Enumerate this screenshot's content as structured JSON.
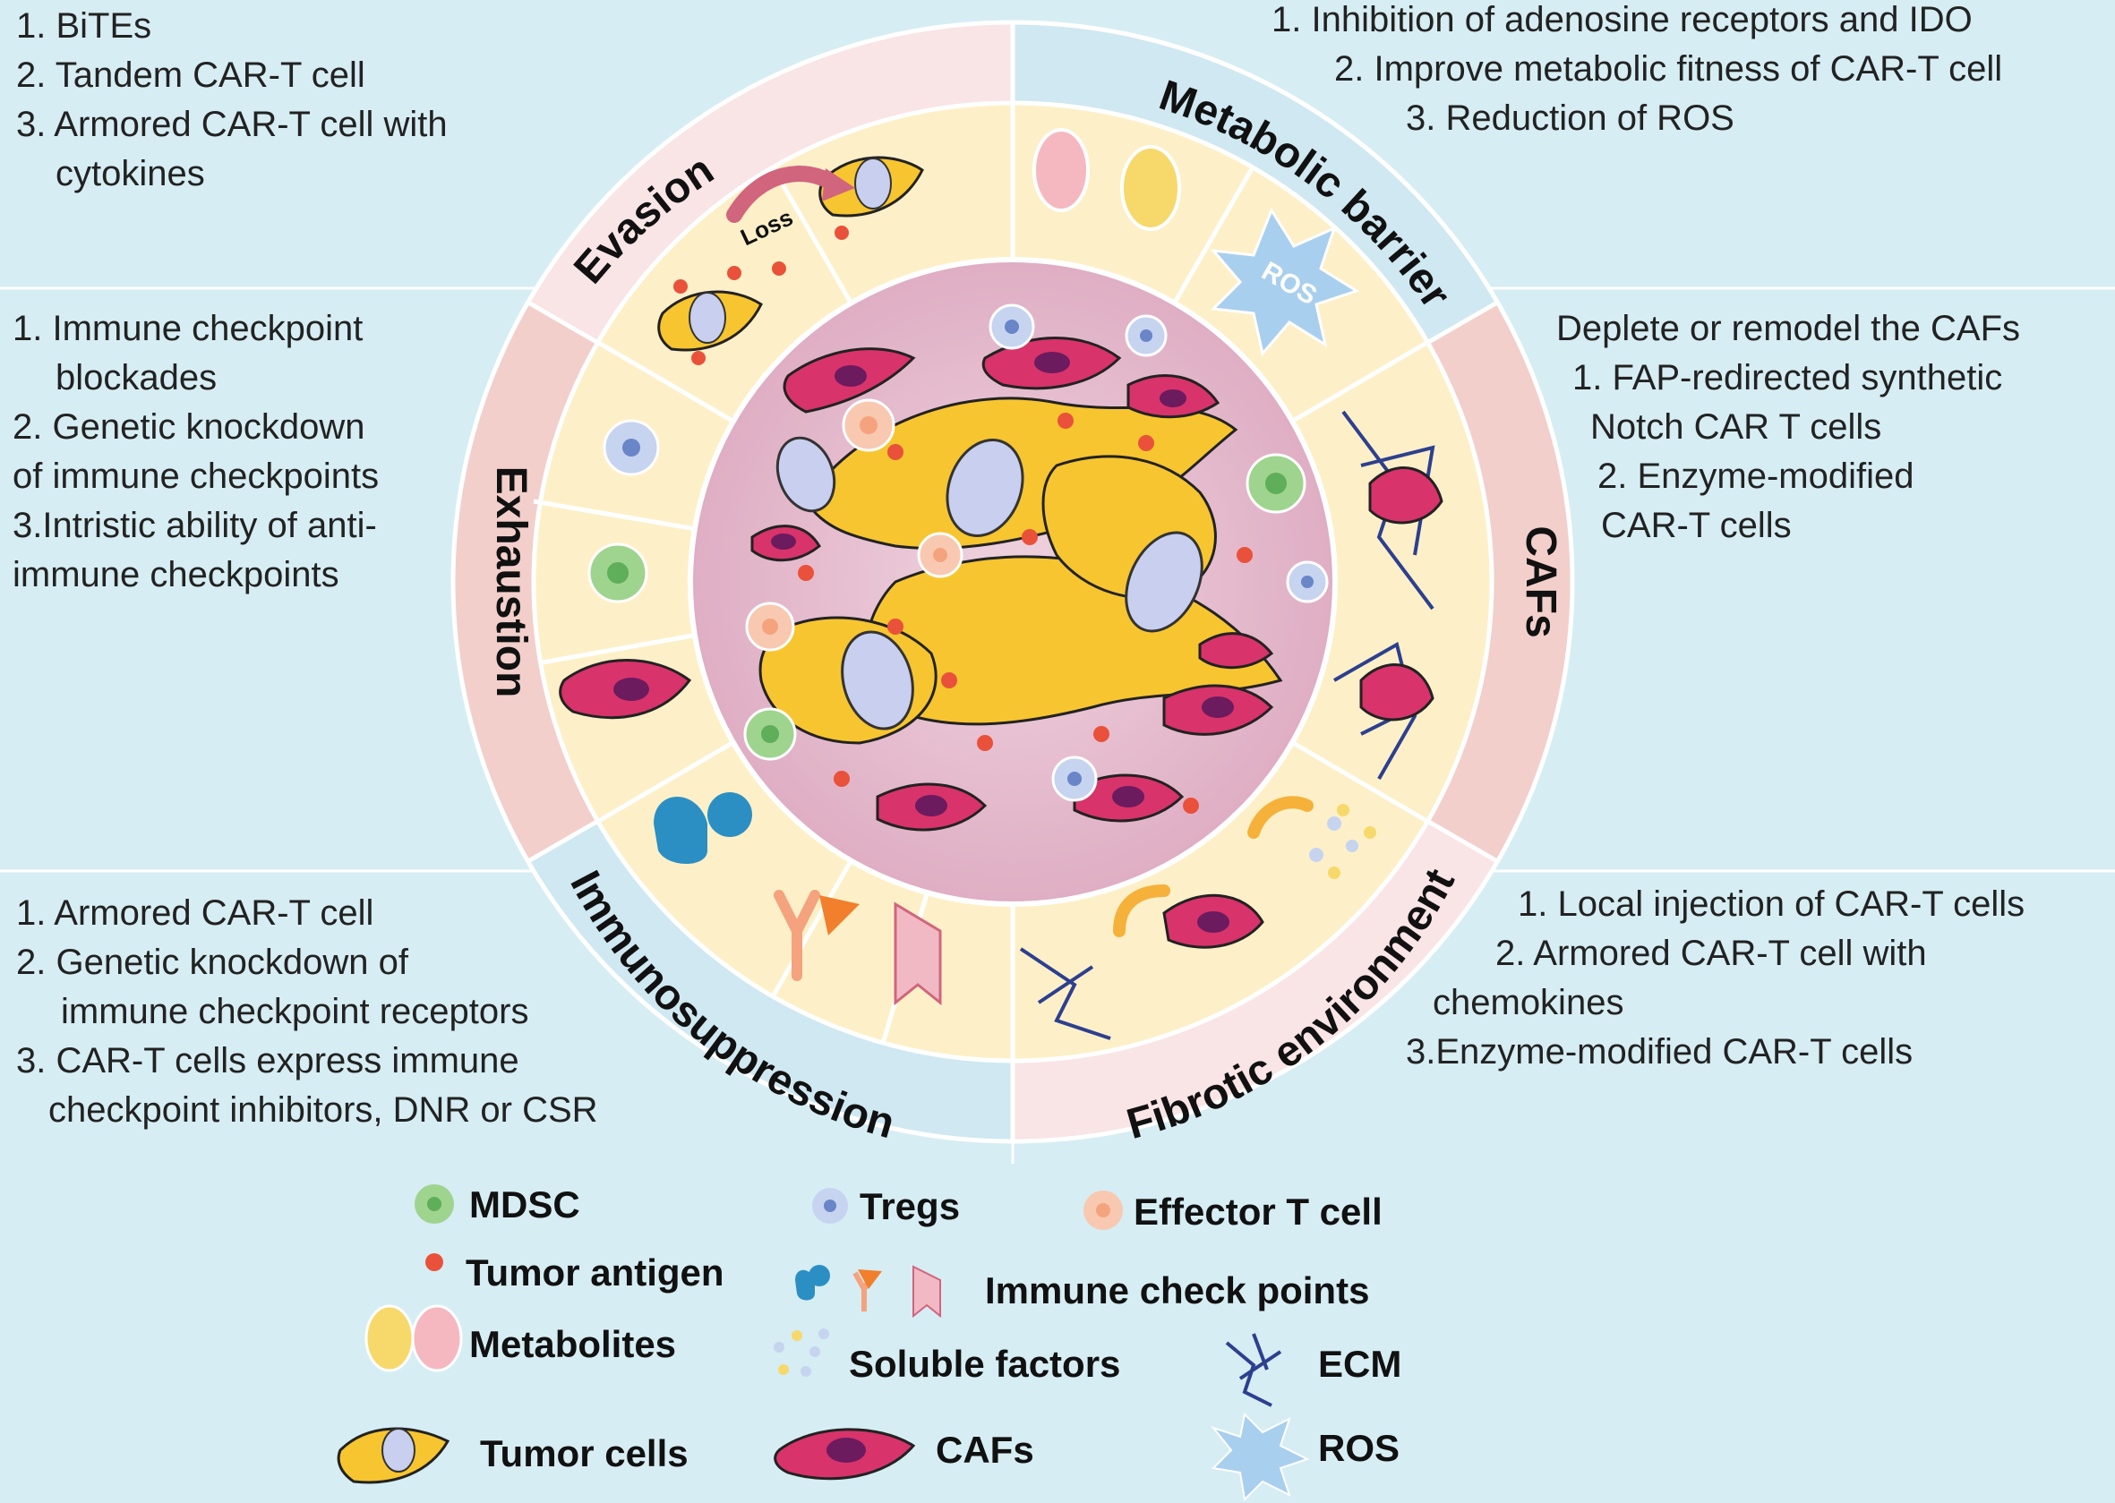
{
  "panels": {
    "top_left": [
      "1. BiTEs",
      "2. Tandem CAR-T cell",
      "3. Armored CAR-T cell with",
      "cytokines"
    ],
    "top_right": [
      "1. Inhibition of adenosine receptors and IDO",
      "2. Improve metabolic fitness of CAR-T cell",
      "3. Reduction of ROS"
    ],
    "middle_left": [
      "1. Immune checkpoint",
      "blockades",
      "2. Genetic knockdown",
      "of immune checkpoints",
      "3.Intristic ability of anti-",
      "immune checkpoints"
    ],
    "middle_right": [
      "Deplete or remodel the CAFs",
      "1. FAP-redirected  synthetic",
      "Notch CAR T cells",
      "2. Enzyme-modified",
      "CAR-T cells"
    ],
    "bottom_left": [
      "1. Armored CAR-T cell",
      "2. Genetic knockdown of",
      "immune checkpoint receptors",
      "3. CAR-T cells express immune",
      "checkpoint inhibitors, DNR or CSR"
    ],
    "bottom_right": [
      "1. Local injection of CAR-T cells",
      "2. Armored CAR-T cell with",
      "chemokines",
      "3.Enzyme-modified CAR-T cells"
    ]
  },
  "ring_labels": {
    "evasion": "Evasion",
    "metabolic_barrier": "Metabolic  barrier",
    "cafs": "CAFs",
    "fibrotic_environment": "Fibrotic environment",
    "immunosuppression": "Immunosuppression",
    "exhaustion": "Exhaustion"
  },
  "inner_labels": {
    "loss": "Loss",
    "ros": "ROS"
  },
  "legend": {
    "mdsc": "MDSC",
    "tregs": "Tregs",
    "effector_t_cell": "Effector T cell",
    "tumor_antigen": "Tumor antigen",
    "immune_check_points": "Immune check points",
    "metabolites": "Metabolites",
    "soluble_factors": "Soluble factors",
    "ecm": "ECM",
    "tumor_cells": "Tumor cells",
    "cafs": "CAFs",
    "ros": "ROS"
  },
  "colors": {
    "background": "#d6edf3",
    "outer_ring_pink": "#f7e0e0",
    "outer_ring_salmon": "#f2cfcb",
    "middle_ring": "#fdf0c8",
    "inner_tumor": "#e8bfd0",
    "tumor_cell": "#f7c52f",
    "caf": "#d8336b",
    "mdsc": "#9fd48f",
    "tregs": "#c6d4f0",
    "effector_t": "#f8c9b0",
    "tumor_antigen": "#e9513a",
    "ecm": "#2d3f8f",
    "ros": "#a9cfee"
  }
}
